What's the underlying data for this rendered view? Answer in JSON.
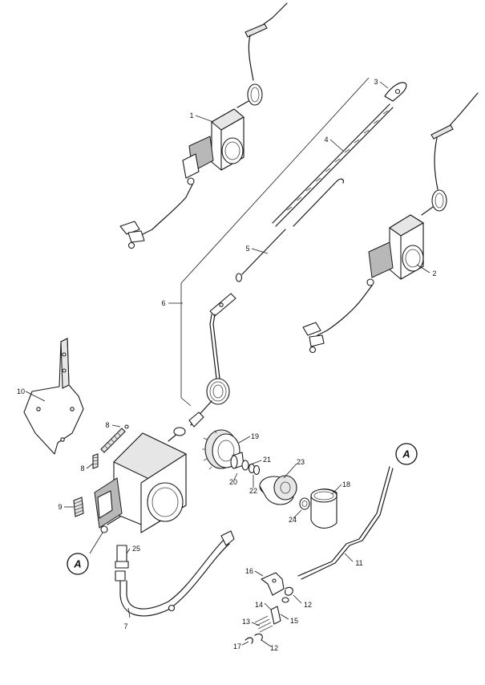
{
  "diagram": {
    "callouts": [
      "1",
      "2",
      "3",
      "4",
      "5",
      "6",
      "7",
      "8",
      "8",
      "9",
      "10",
      "11",
      "12",
      "12",
      "13",
      "14",
      "15",
      "16",
      "17",
      "18",
      "19",
      "20",
      "21",
      "22",
      "23",
      "24",
      "25"
    ],
    "reference_marks": [
      "A",
      "A"
    ]
  }
}
